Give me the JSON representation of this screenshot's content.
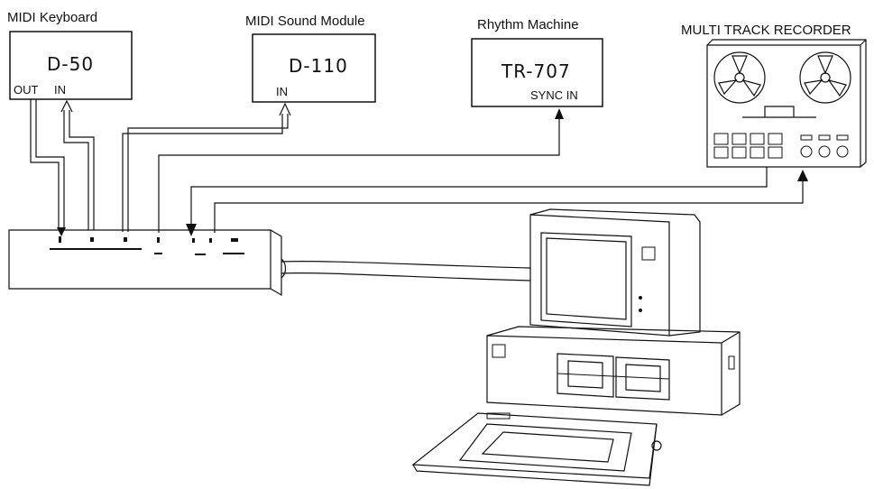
{
  "devices": {
    "keyboard": {
      "label": "MIDI Keyboard",
      "model": "D-50",
      "port_out": "OUT",
      "port_in": "IN"
    },
    "sound_module": {
      "label": "MIDI Sound Module",
      "model": "D-110",
      "port_in": "IN"
    },
    "rhythm_machine": {
      "label": "Rhythm Machine",
      "model": "TR-707",
      "port_sync": "SYNC IN"
    },
    "recorder": {
      "label": "MULTI TRACK RECORDER"
    }
  },
  "colors": {
    "ink": "#111111",
    "paper": "#ffffff"
  }
}
